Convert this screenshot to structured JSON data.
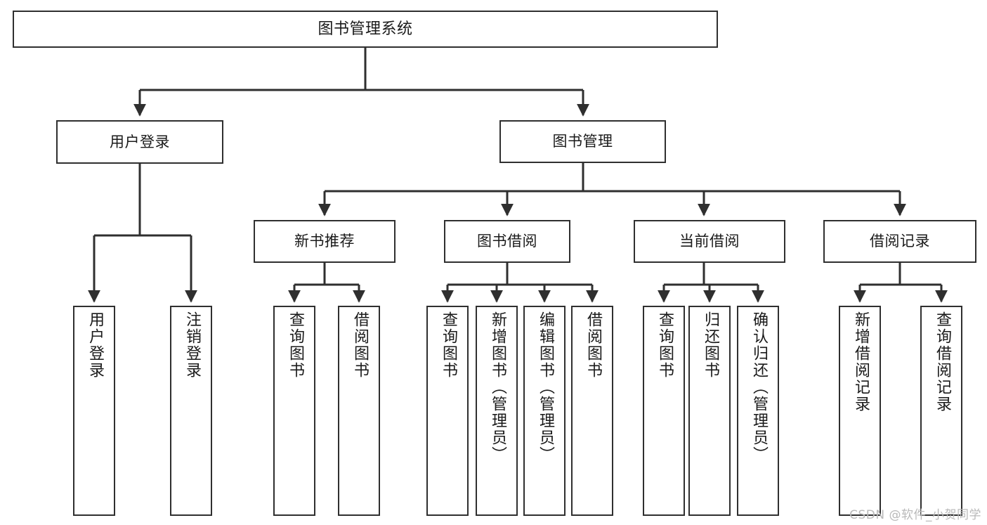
{
  "diagram": {
    "title": "图书管理系统",
    "type": "tree",
    "watermark": "CSDN @软件_小贺同学",
    "colors": {
      "box_border": "#2f2f2f",
      "box_fill": "#ffffff",
      "edge": "#2f2f2f",
      "text": "#1a1a1a",
      "watermark": "#b9b9b9",
      "background": "#ffffff"
    },
    "nodes": {
      "root": {
        "label": "图书管理系统"
      },
      "level1": [
        {
          "id": "user-login",
          "label": "用户登录"
        },
        {
          "id": "book-manage",
          "label": "图书管理"
        }
      ],
      "level2": [
        {
          "id": "new-book-recommend",
          "label": "新书推荐"
        },
        {
          "id": "book-borrow",
          "label": "图书借阅"
        },
        {
          "id": "current-borrow",
          "label": "当前借阅"
        },
        {
          "id": "borrow-record",
          "label": "借阅记录"
        }
      ],
      "leaves": {
        "user-login": [
          {
            "id": "leaf-user-login",
            "label": "用户登录"
          },
          {
            "id": "leaf-logout-login",
            "label": "注销登录"
          }
        ],
        "new-book-recommend": [
          {
            "id": "leaf-query-book-1",
            "label": "查询图书"
          },
          {
            "id": "leaf-borrow-book-1",
            "label": "借阅图书"
          }
        ],
        "book-borrow": [
          {
            "id": "leaf-query-book-2",
            "label": "查询图书"
          },
          {
            "id": "leaf-add-book",
            "label": "新增图书（管理员）"
          },
          {
            "id": "leaf-edit-book",
            "label": "编辑图书（管理员）"
          },
          {
            "id": "leaf-borrow-book-2",
            "label": "借阅图书"
          }
        ],
        "current-borrow": [
          {
            "id": "leaf-query-book-3",
            "label": "查询图书"
          },
          {
            "id": "leaf-return-book",
            "label": "归还图书"
          },
          {
            "id": "leaf-confirm-return",
            "label": "确认归还（管理员）"
          }
        ],
        "borrow-record": [
          {
            "id": "leaf-add-record",
            "label": "新增借阅记录"
          },
          {
            "id": "leaf-query-record",
            "label": "查询借阅记录"
          }
        ]
      }
    }
  }
}
